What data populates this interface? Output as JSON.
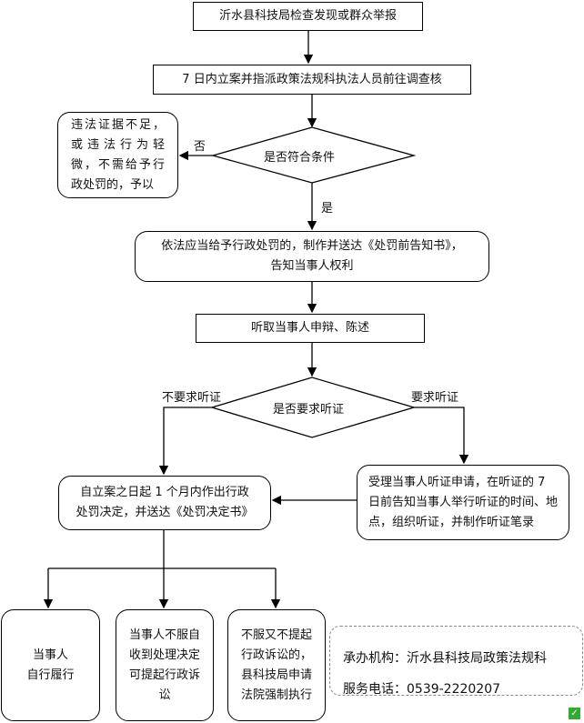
{
  "nodes": {
    "start": "沂水县科技局检查发现或群众举报",
    "register": "7 日内立案并指派政策法规科执法人员前往调查核",
    "decision1": "是否符合条件",
    "no_penalty": "违法证据不足，或违法行为轻微，不需给予行政处罚的，予以",
    "notice_line1": "依法应当给予行政处罚的，制作并送达《处罚前告知书》，",
    "notice_line2": "告知当事人权利",
    "hearing_defense": "听取当事人申辩、陈述",
    "decision2": "是否要求听证",
    "decision_line1": "自立案之日起 1 个月内作出行政",
    "decision_line2": "处罚决定，并送达《处罚决定书》",
    "hearing": "受理当事人听证申请，在听证的 7 日前告知当事人举行听证的时间、地点，组织听证，并制作听证笔录",
    "self_line1": "当事人",
    "self_line2": "自行履行",
    "lawsuit": "当事人不服自收到处理决定可提起行政诉讼",
    "enforce": "不服又不提起行政诉讼的，县科技局申请法院强制执行"
  },
  "labels": {
    "no": "否",
    "yes": "是",
    "no_hearing": "不要求听证",
    "hearing": "要求听证"
  },
  "contact": {
    "org": "承办机构：沂水县科技局政策法规科",
    "phone": "服务电话：0539-2220207"
  }
}
